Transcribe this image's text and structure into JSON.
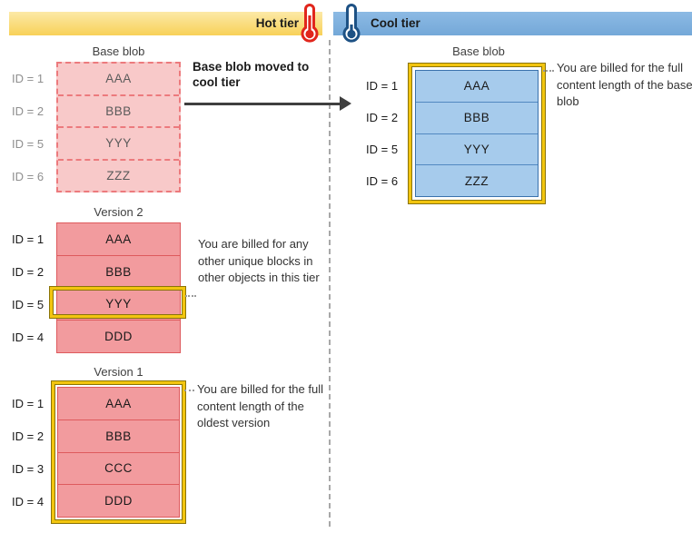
{
  "header": {
    "hot": {
      "label": "Hot tier",
      "icon": "thermometer-hot-icon"
    },
    "cool": {
      "label": "Cool tier",
      "icon": "thermometer-cold-icon"
    }
  },
  "hot_tier": {
    "base_blob": {
      "title": "Base blob",
      "state": "moved (faded, dashed)",
      "rows": [
        {
          "id": "ID = 1",
          "block": "AAA"
        },
        {
          "id": "ID = 2",
          "block": "BBB"
        },
        {
          "id": "ID = 5",
          "block": "YYY"
        },
        {
          "id": "ID = 6",
          "block": "ZZZ"
        }
      ]
    },
    "move_note": "Base blob moved to cool tier",
    "version2": {
      "title": "Version 2",
      "rows": [
        {
          "id": "ID = 1",
          "block": "AAA"
        },
        {
          "id": "ID = 2",
          "block": "BBB"
        },
        {
          "id": "ID = 5",
          "block": "YYY"
        },
        {
          "id": "ID = 4",
          "block": "DDD"
        }
      ],
      "highlighted_block": "YYY",
      "annotation": "You are billed for any other unique blocks in other objects in this tier"
    },
    "version1": {
      "title": "Version 1",
      "rows": [
        {
          "id": "ID = 1",
          "block": "AAA"
        },
        {
          "id": "ID = 2",
          "block": "BBB"
        },
        {
          "id": "ID = 3",
          "block": "CCC"
        },
        {
          "id": "ID = 4",
          "block": "DDD"
        }
      ],
      "highlighted": "entire version",
      "annotation": "You are billed for the full content length of the oldest version"
    }
  },
  "cool_tier": {
    "base_blob": {
      "title": "Base blob",
      "rows": [
        {
          "id": "ID = 1",
          "block": "AAA"
        },
        {
          "id": "ID = 2",
          "block": "BBB"
        },
        {
          "id": "ID = 5",
          "block": "YYY"
        },
        {
          "id": "ID = 6",
          "block": "ZZZ"
        }
      ],
      "highlighted": "entire base blob",
      "annotation": "You are billed for the full content length of the base blob"
    }
  },
  "colors": {
    "hot_bar_top": "#FCE9A6",
    "hot_bar_bottom": "#F8D158",
    "cool_bar": "#7DADDC",
    "faded_pink_fill": "#F8C9C9",
    "faded_pink_border": "#EC7A7D",
    "pink_fill": "#F29B9E",
    "pink_border": "#DE5A5D",
    "blue_fill": "#A6CBEC",
    "blue_border": "#3A72AC",
    "gold_highlight": "#F2C50F",
    "gold_outline": "#8A7408",
    "thermometer_red": "#E1261C",
    "thermometer_blue": "#1D5184",
    "arrow": "#3F3F3F",
    "divider": "#A8A8A8"
  }
}
